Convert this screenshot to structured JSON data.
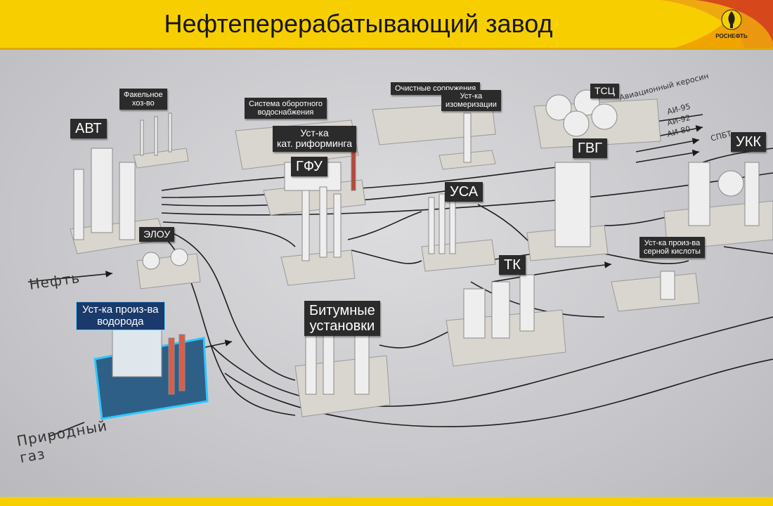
{
  "header": {
    "title": "Нефтеперерабатывающий завод",
    "logo_text": "РОСНЕФТЬ"
  },
  "inputs": {
    "oil": "Нефть",
    "gas": "Природный\nгаз"
  },
  "units": {
    "avt": "АВТ",
    "flare": "Факельное\nхоз-во",
    "elou": "ЭЛОУ",
    "hydrogen": "Уст-ка произ-ва\nводорода",
    "cooling": "Система оборотного\nводоснабжения",
    "reforming": "Уст-ка\nкат. риформинга",
    "gfu": "ГФУ",
    "treatment": "Очистные сооружения",
    "isomer": "Уст-ка\nизомеризации",
    "tsc": "ТСЦ",
    "usa": "УСА",
    "gvg": "ГВГ",
    "ukk": "УКК",
    "sulfuric": "Уст-ка произ-ва\nсерной кислоты",
    "tk": "ТК",
    "bitumen": "Битумные\nустановки"
  },
  "products": {
    "p1": "Авиационный керосин",
    "p2": "АИ-95",
    "p3": "АИ-92",
    "p4": "АИ-80",
    "p5": "СПБТ"
  }
}
